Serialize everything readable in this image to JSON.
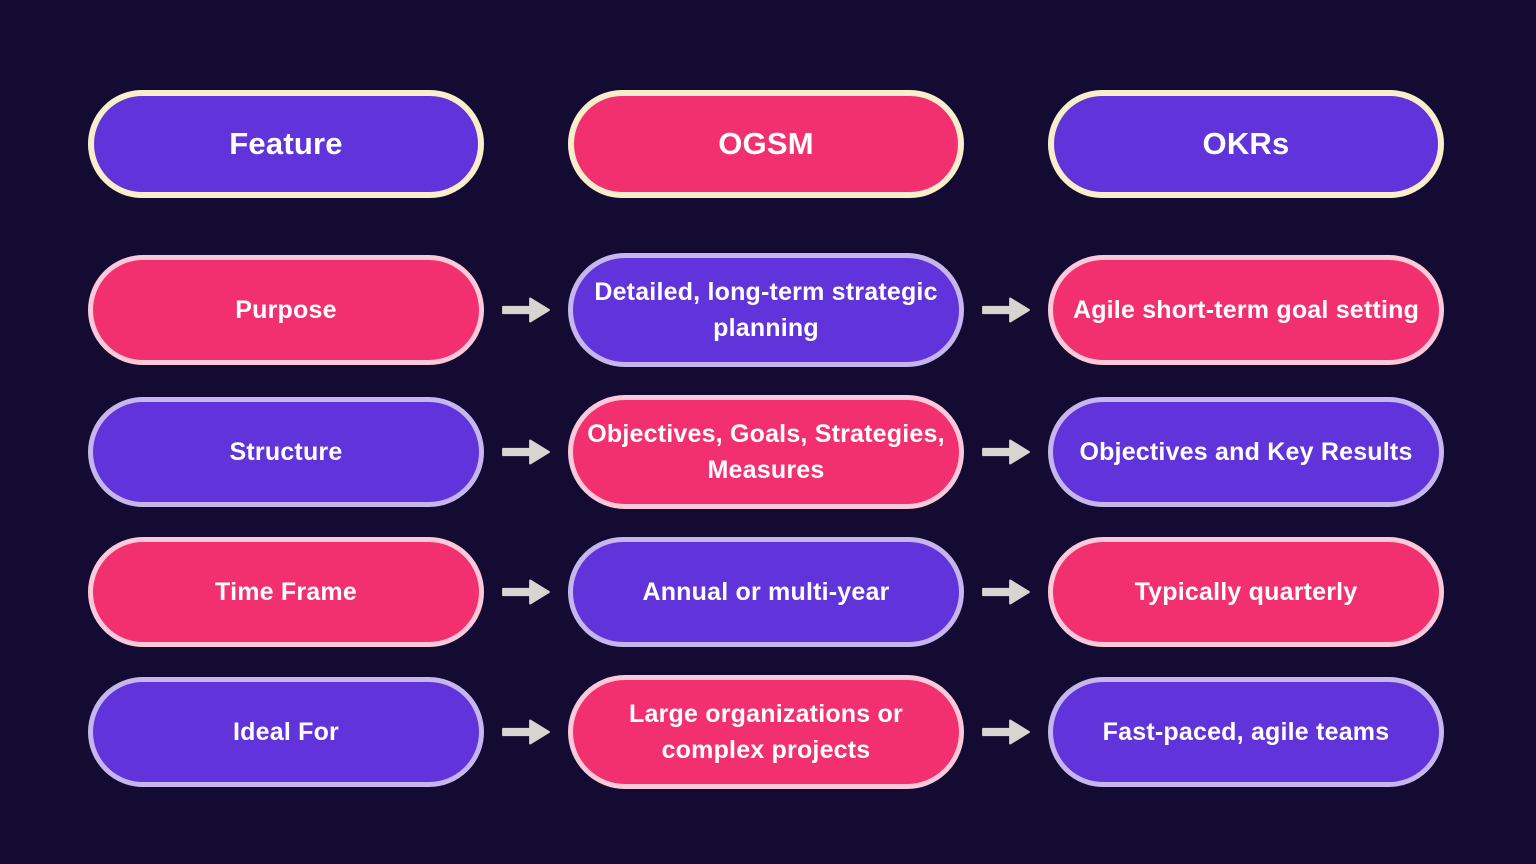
{
  "palette": {
    "background": "#130b31",
    "purple": "#6133da",
    "pink": "#f3306f",
    "cream_border": "#f9eecb",
    "pink_border": "#fcc9da",
    "lavender_border": "#c6b6ed",
    "arrow": "#d8d5d1",
    "text": "#ffffff"
  },
  "header": [
    {
      "label": "Feature",
      "variant": "purple"
    },
    {
      "label": "OGSM",
      "variant": "pink"
    },
    {
      "label": "OKRs",
      "variant": "purple"
    }
  ],
  "rows": [
    {
      "feature": {
        "label": "Purpose",
        "variant": "pink"
      },
      "ogsm": {
        "label": "Detailed, long-term strategic planning",
        "variant": "purple"
      },
      "okrs": {
        "label": "Agile short-term goal setting",
        "variant": "pink"
      }
    },
    {
      "feature": {
        "label": "Structure",
        "variant": "purple"
      },
      "ogsm": {
        "label": "Objectives, Goals, Strategies, Measures",
        "variant": "pink"
      },
      "okrs": {
        "label": "Objectives and Key Results",
        "variant": "purple"
      }
    },
    {
      "feature": {
        "label": "Time Frame",
        "variant": "pink"
      },
      "ogsm": {
        "label": "Annual or multi-year",
        "variant": "purple"
      },
      "okrs": {
        "label": "Typically quarterly",
        "variant": "pink"
      }
    },
    {
      "feature": {
        "label": "Ideal For",
        "variant": "purple"
      },
      "ogsm": {
        "label": "Large organizations or complex projects",
        "variant": "pink"
      },
      "okrs": {
        "label": "Fast-paced, agile teams",
        "variant": "purple"
      }
    }
  ],
  "icons": {
    "arrow": "right-arrow"
  }
}
